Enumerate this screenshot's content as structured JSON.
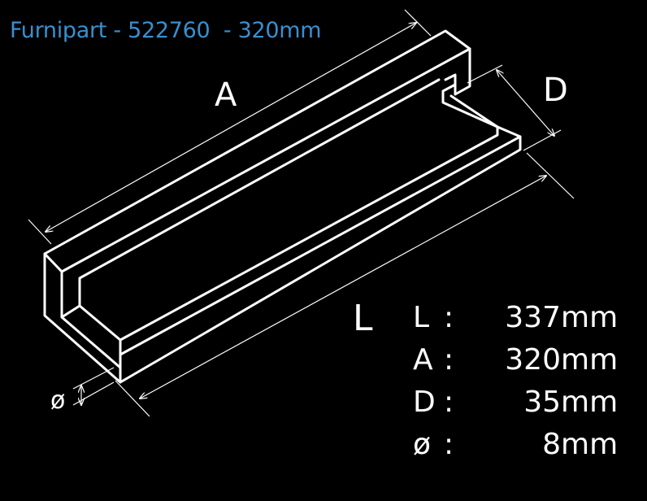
{
  "title": "Furnipart - 522760  - 320mm",
  "labels": {
    "A": "A",
    "D": "D",
    "L": "L",
    "diameter": "ø"
  },
  "specs": [
    {
      "symbol": "L",
      "sep": ":",
      "value": "337",
      "unit": "mm"
    },
    {
      "symbol": "A",
      "sep": ":",
      "value": "320",
      "unit": "mm"
    },
    {
      "symbol": "D",
      "sep": ":",
      "value": "35",
      "unit": "mm"
    },
    {
      "symbol": "ø",
      "sep": ":",
      "value": "8",
      "unit": "mm"
    }
  ],
  "colors": {
    "background": "#000000",
    "title": "#3a8fcf",
    "lines": "#ffffff"
  }
}
